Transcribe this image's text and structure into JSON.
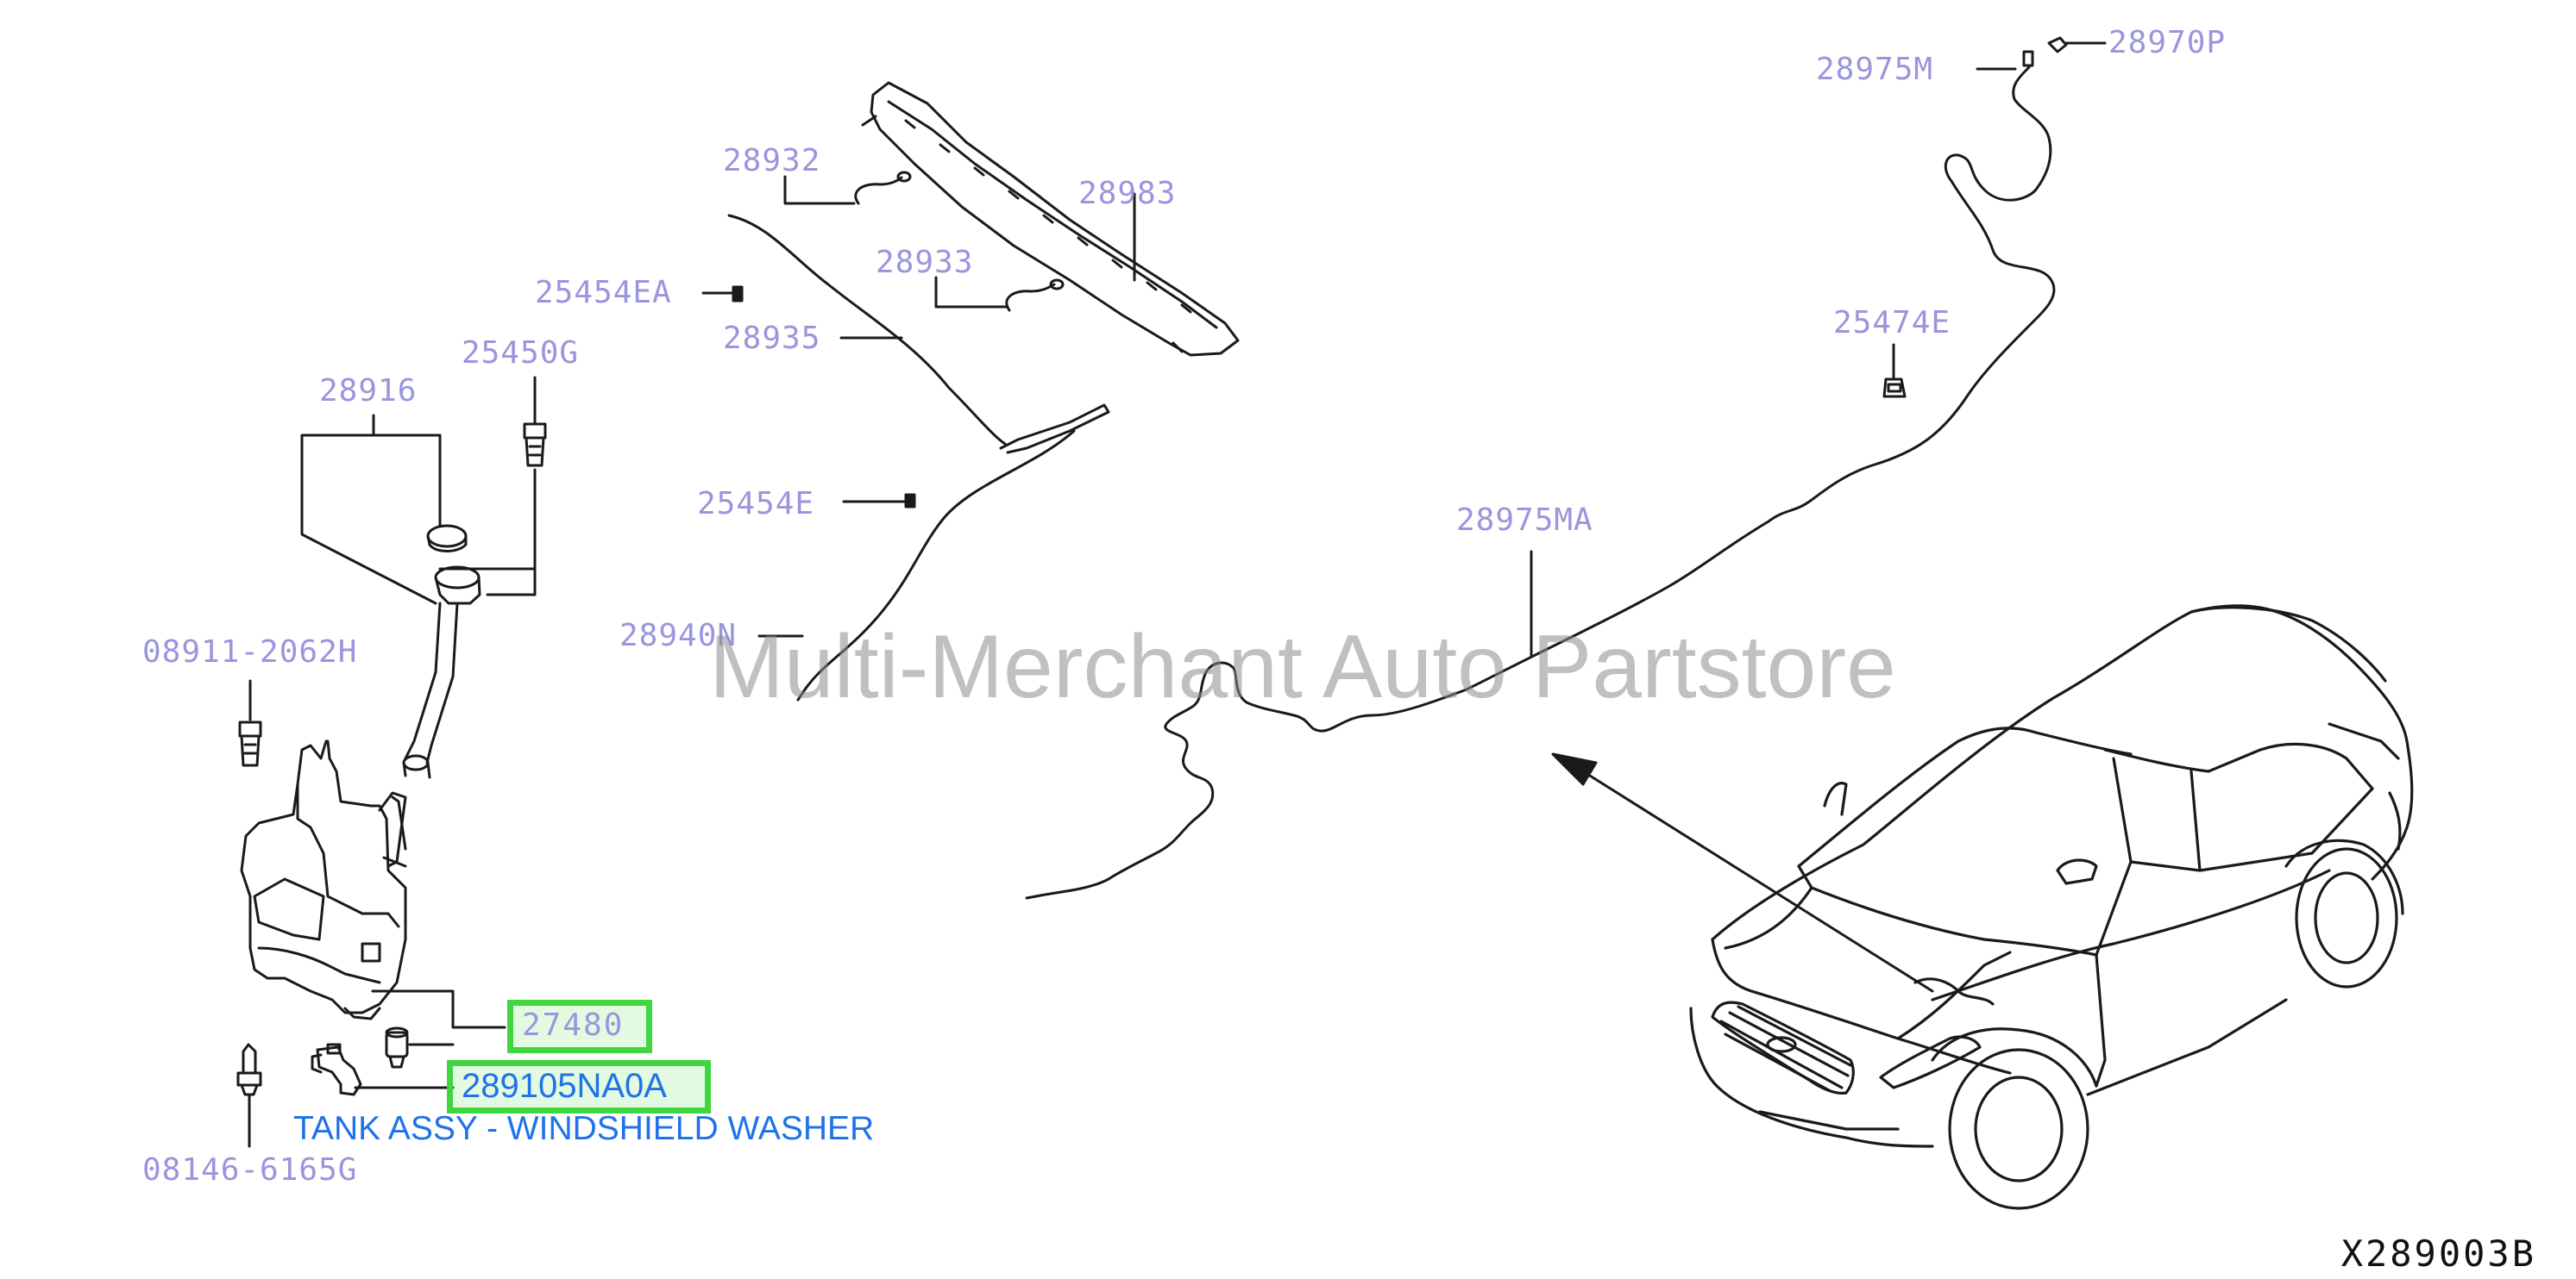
{
  "labels": {
    "p28932": "28932",
    "p28983": "28983",
    "p28933": "28933",
    "p25454EA": "25454EA",
    "p28935": "28935",
    "p25450G": "25450G",
    "p28916": "28916",
    "p25454E": "25454E",
    "p28940N": "28940N",
    "p08911": "08911-2062H",
    "p08146": "08146-6165G",
    "p28975M": "28975M",
    "p28970P": "28970P",
    "p25474E": "25474E",
    "p28975MA": "28975MA"
  },
  "highlighted": {
    "part_27480": "27480",
    "part_289105NA0A": "289105NA0A"
  },
  "caption": "TANK ASSY - WINDSHIELD WASHER",
  "watermark": "Multi-Merchant Auto Partstore",
  "figure_id": "X289003B",
  "colors": {
    "label": "#9a95dc",
    "highlight_border": "#3fd63f",
    "caption_blue": "#1f72e8",
    "line": "#1a1a1a"
  }
}
